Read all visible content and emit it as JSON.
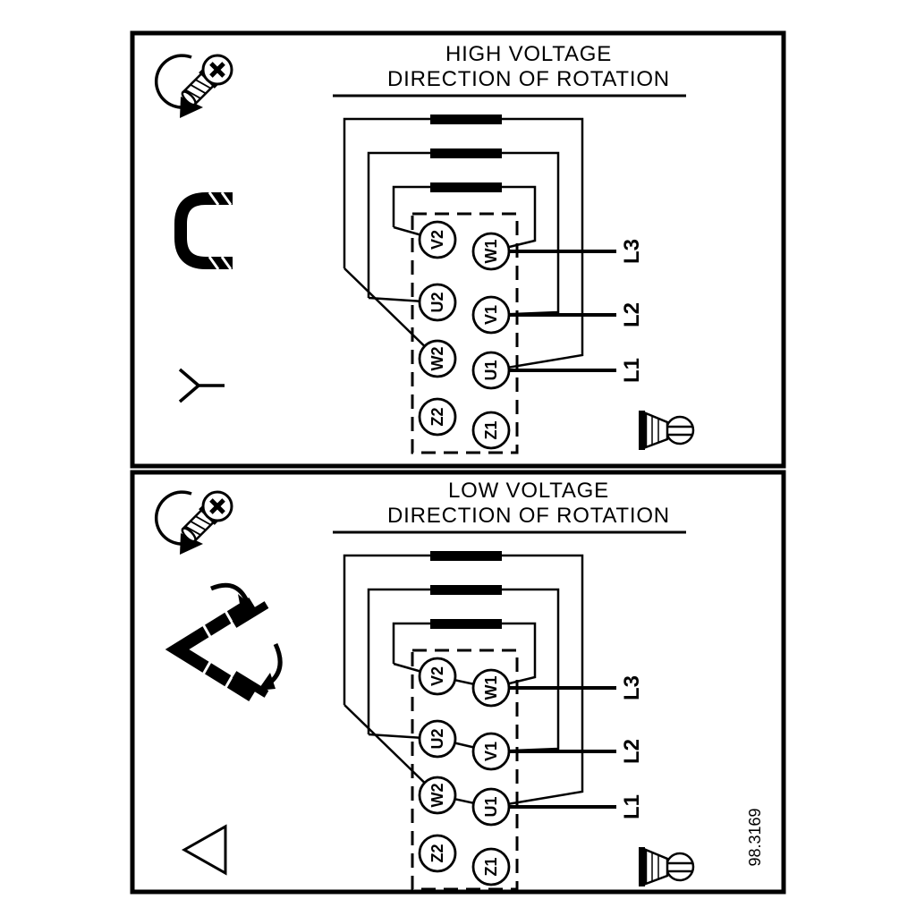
{
  "page": {
    "background": "#ffffff",
    "ink": "#000000"
  },
  "figure_number": "98.3169",
  "panels": [
    {
      "id": "high-voltage",
      "title_line1": "HIGH VOLTAGE",
      "title_line2": "DIRECTION OF ROTATION",
      "connection": "star",
      "terminals": {
        "left": [
          "V2",
          "U2",
          "W2",
          "Z2"
        ],
        "right": [
          "W1",
          "V1",
          "U1",
          "Z1"
        ]
      },
      "supply_lines": [
        "L3",
        "L2",
        "L1"
      ],
      "icons": [
        "rotation-screw-icon",
        "star-jumper-icon",
        "star-symbol-icon",
        "screwdriver-icon"
      ]
    },
    {
      "id": "low-voltage",
      "title_line1": "LOW VOLTAGE",
      "title_line2": "DIRECTION OF ROTATION",
      "connection": "delta",
      "terminals": {
        "left": [
          "V2",
          "U2",
          "W2",
          "Z2"
        ],
        "right": [
          "W1",
          "V1",
          "U1",
          "Z1"
        ]
      },
      "supply_lines": [
        "L3",
        "L2",
        "L1"
      ],
      "icons": [
        "rotation-screw-icon",
        "delta-jumper-icon",
        "delta-symbol-icon",
        "screwdriver-icon"
      ]
    }
  ]
}
